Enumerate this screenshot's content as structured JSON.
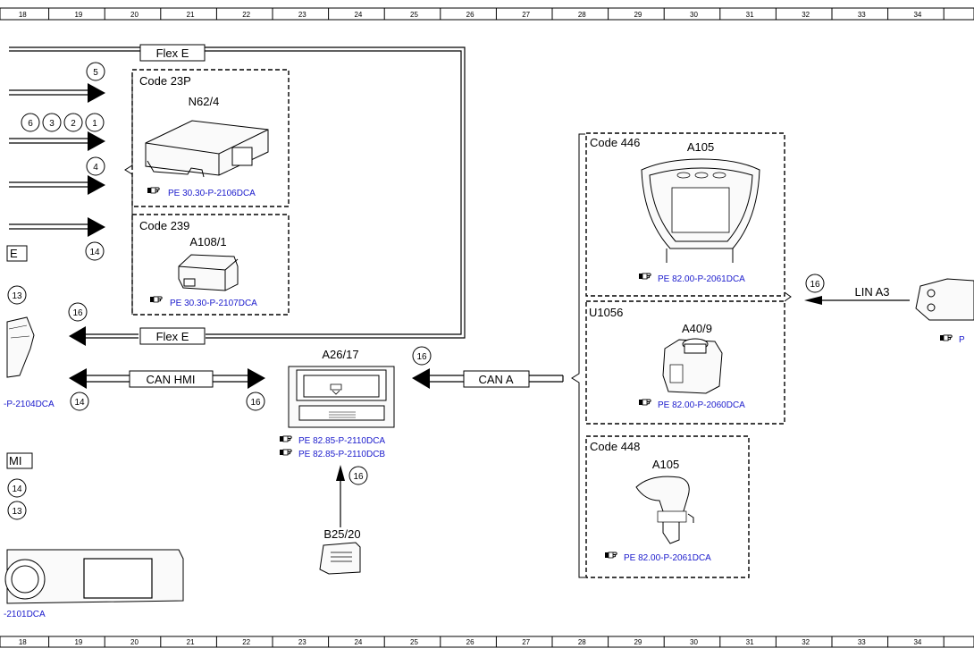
{
  "ruler": {
    "top": [
      "18",
      "19",
      "20",
      "21",
      "22",
      "23",
      "24",
      "25",
      "26",
      "27",
      "28",
      "29",
      "30",
      "31",
      "32",
      "33",
      "34"
    ],
    "bottom": [
      "18",
      "19",
      "20",
      "21",
      "22",
      "23",
      "24",
      "25",
      "26",
      "27",
      "28",
      "29",
      "30",
      "31",
      "32",
      "33",
      "34"
    ]
  },
  "buses": {
    "flex_top": "Flex E",
    "flex_bottom": "Flex E",
    "can_hmi": "CAN HMI",
    "can_a": "CAN A",
    "lin_a3": "LIN A3",
    "left_partial_1": "E",
    "left_partial_2": "MI"
  },
  "circles": {
    "c5": "5",
    "c6": "6",
    "c3": "3",
    "c2": "2",
    "c1": "1",
    "c4": "4",
    "c14a": "14",
    "c13a": "13",
    "c16a": "16",
    "c14b": "14",
    "c16b": "16",
    "c16c": "16",
    "c16d": "16",
    "c16e": "16",
    "c14c": "14",
    "c13b": "13"
  },
  "groups": {
    "code23p": {
      "code": "Code 23P",
      "device": "N62/4",
      "ref": "PE 30.30-P-2106DCA"
    },
    "code239": {
      "code": "Code 239",
      "device": "A108/1",
      "ref": "PE 30.30-P-2107DCA"
    },
    "code446": {
      "code": "Code 446",
      "device": "A105",
      "ref": "PE 82.00-P-2061DCA"
    },
    "u1056": {
      "code": "U1056",
      "device": "A40/9",
      "ref": "PE 82.00-P-2060DCA"
    },
    "code448": {
      "code": "Code 448",
      "device": "A105",
      "ref": "PE 82.00-P-2061DCA"
    }
  },
  "a26": {
    "device": "A26/17",
    "ref1": "PE 82.85-P-2110DCA",
    "ref2": "PE 82.85-P-2110DCB"
  },
  "b25": {
    "device": "B25/20"
  },
  "left_refs": {
    "r1": "-P-2104DCA",
    "r2": "-2101DCA"
  },
  "right_ref": {
    "r1": "P"
  },
  "icons": [
    "hand-pointer-icon"
  ]
}
